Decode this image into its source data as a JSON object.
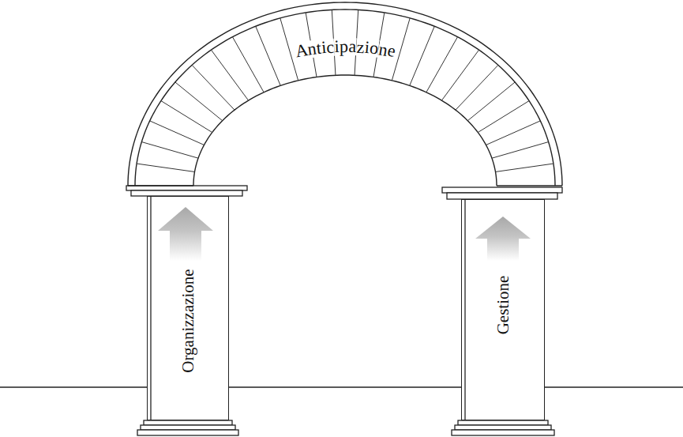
{
  "diagram": {
    "nodes": [
      {
        "text": [
          "Anticipazione"
        ]
      },
      {
        "text": [
          "Organizzazione"
        ]
      },
      {
        "text": [
          "Gestione"
        ]
      }
    ]
  }
}
